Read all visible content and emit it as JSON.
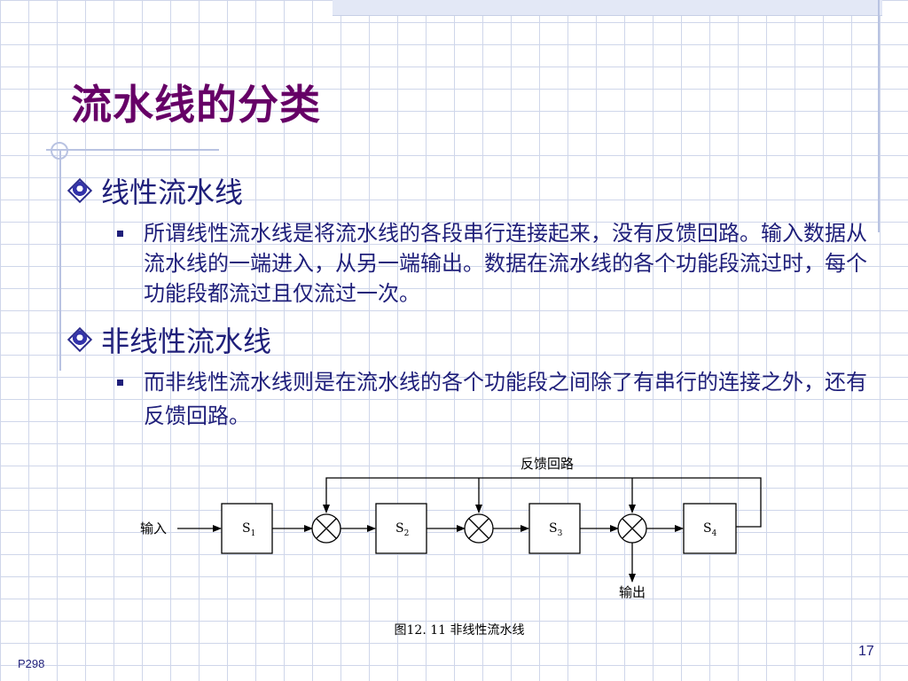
{
  "slide": {
    "title": "流水线的分类",
    "sections": [
      {
        "heading": "线性流水线",
        "text": "所谓线性流水线是将流水线的各段串行连接起来，没有反馈回路。输入数据从流水线的一端进入，从另一端输出。数据在流水线的各个功能段流过时，每个功能段都流过且仅流过一次。"
      },
      {
        "heading": "非线性流水线",
        "text": "而非线性流水线则是在流水线的各个功能段之间除了有串行的连接之外，还有反馈回路。"
      }
    ],
    "figure": {
      "feedback_label": "反馈回路",
      "input_label": "输入",
      "output_label": "输出",
      "stage_letter": "S",
      "stage_subscripts": [
        "1",
        "2",
        "3",
        "4"
      ],
      "caption": "图12. 11  非线性流水线"
    },
    "page_ref": "P298",
    "page_number": "17"
  }
}
